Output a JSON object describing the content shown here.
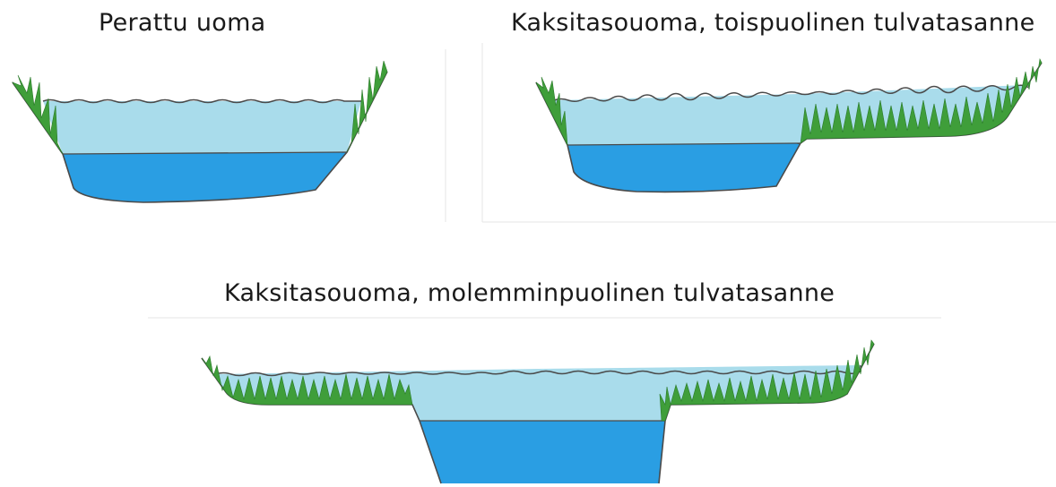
{
  "diagrams": [
    {
      "title": "Perattu uoma"
    },
    {
      "title": "Kaksitasouoma, toispuolinen tulvatasanne"
    },
    {
      "title": "Kaksitasouoma, molemminpuolinen tulvatasanne"
    }
  ],
  "colors": {
    "low_flow_water": "#2a9ee3",
    "high_flow_water": "#a9dceb",
    "grass": "#3f9e3a",
    "grass_dark": "#2b7a2a",
    "outline": "#4a4a4a",
    "frame": "#e4e4e4"
  },
  "icons": [
    "grass-icon"
  ]
}
